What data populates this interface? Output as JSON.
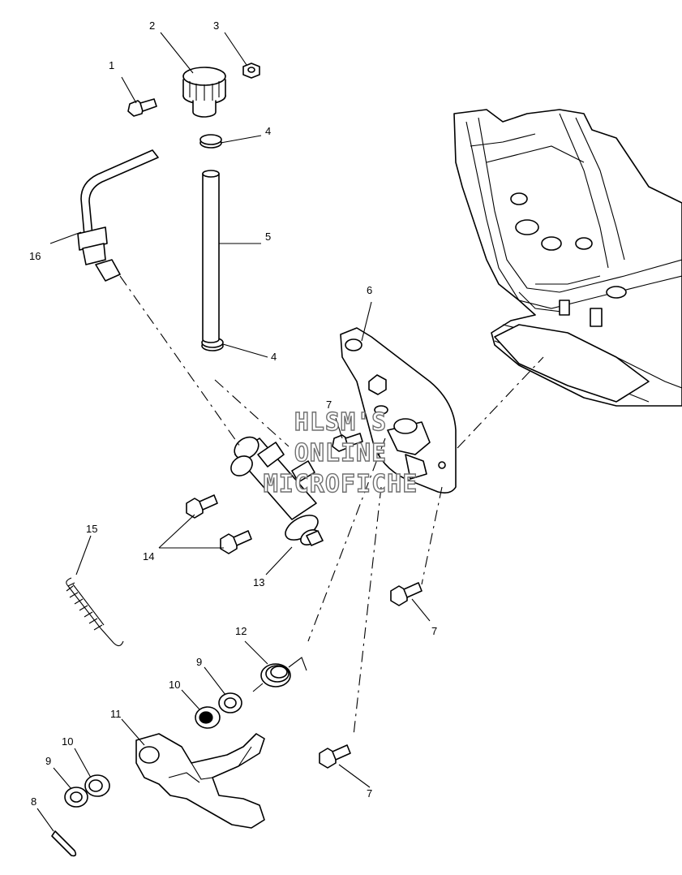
{
  "watermark": {
    "line1": "HLSM'S",
    "line2": "ONLINE",
    "line3": "MICROFICHE"
  },
  "callouts": [
    "1",
    "2",
    "3",
    "4",
    "4",
    "5",
    "6",
    "7",
    "7",
    "7",
    "7",
    "8",
    "9",
    "9",
    "10",
    "10",
    "11",
    "12",
    "13",
    "14",
    "15",
    "16"
  ]
}
